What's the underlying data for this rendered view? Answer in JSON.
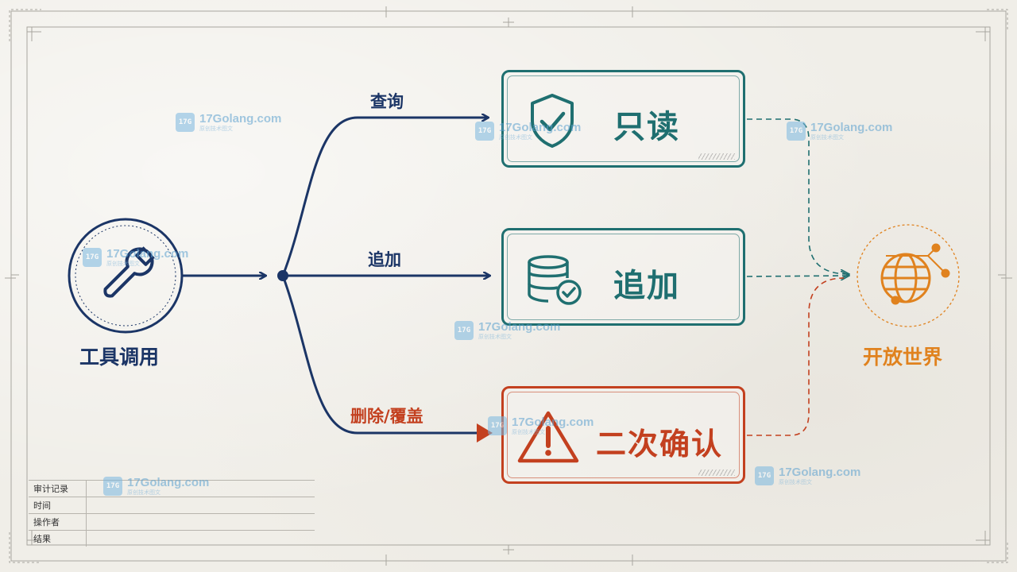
{
  "source": {
    "label": "工具调用",
    "icon": "wrench-icon"
  },
  "branches": [
    {
      "id": "query",
      "edge_label": "查询",
      "target_label": "只读",
      "icon": "shield-check-icon",
      "color": "#1f6f70"
    },
    {
      "id": "append",
      "edge_label": "追加",
      "target_label": "追加",
      "icon": "database-check-icon",
      "color": "#1f6f70"
    },
    {
      "id": "delete",
      "edge_label": "删除/覆盖",
      "target_label": "二次确认",
      "icon": "warning-icon",
      "color": "#c3401f"
    }
  ],
  "sink": {
    "label": "开放世界",
    "icon": "globe-icon",
    "color": "#e0821e"
  },
  "audit_table": {
    "rows": [
      "审计记录",
      "时间",
      "操作者",
      "结果"
    ]
  },
  "watermark": {
    "text": "17Golang.com",
    "sub": "原创技术图文",
    "logo": "17G"
  },
  "colors": {
    "navy": "#1b3566",
    "teal": "#1f6f70",
    "red": "#c3401f",
    "orange": "#e0821e"
  }
}
